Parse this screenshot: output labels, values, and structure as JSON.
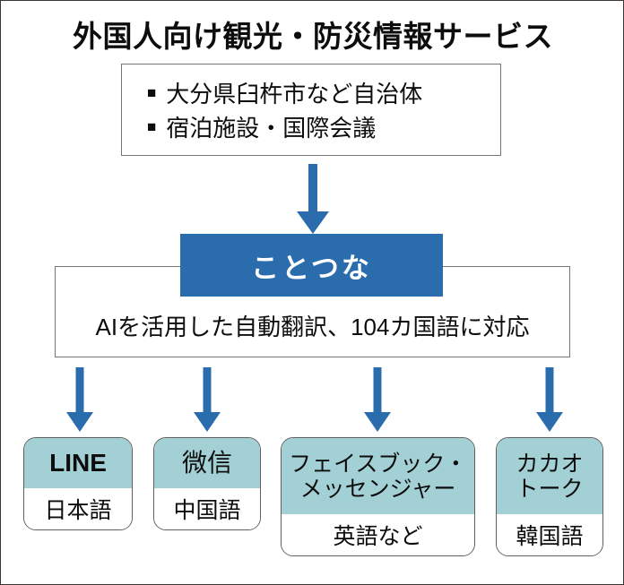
{
  "figure": {
    "title": "外国人向け観光・防災情報サービス",
    "colors": {
      "accent_blue": "#2b6cad",
      "card_header_teal": "#a3d0d5",
      "box_border_gray": "#767676",
      "card_border_gray": "#5e5e5e",
      "text_black": "#0d0d0d",
      "background": "#ffffff"
    }
  },
  "source_box": {
    "bullet_mark": "■",
    "items": [
      {
        "label": "大分県臼杵市など自治体"
      },
      {
        "label": "宿泊施設・国際会議"
      }
    ]
  },
  "arrows": {
    "main": {
      "name": "down-arrow-to-service"
    },
    "to_apps": [
      {
        "name": "down-arrow-to-line"
      },
      {
        "name": "down-arrow-to-wechat"
      },
      {
        "name": "down-arrow-to-facebook-messenger"
      },
      {
        "name": "down-arrow-to-kakaotalk"
      }
    ]
  },
  "service": {
    "name": "ことつな",
    "description": "AIを活用した自動翻訳、104カ国語に対応",
    "supported_languages_count": "104"
  },
  "apps": [
    {
      "name": "LINE",
      "language": "日本語"
    },
    {
      "name": "微信",
      "language": "中国語"
    },
    {
      "name": "フェイスブック・メッセンジャー",
      "name_line1": "フェイスブック・",
      "name_line2": "メッセンジャー",
      "language": "英語など"
    },
    {
      "name": "カカオトーク",
      "name_line1": "カカオ",
      "name_line2": "トーク",
      "language": "韓国語"
    }
  ]
}
